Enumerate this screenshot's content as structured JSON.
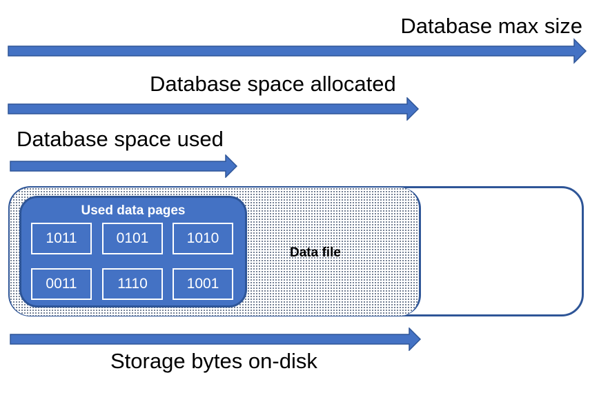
{
  "labels": {
    "max_size": "Database max size",
    "allocated": "Database space allocated",
    "used": "Database space used",
    "storage": "Storage bytes on-disk"
  },
  "data_file": {
    "label": "Data file"
  },
  "used_pages": {
    "title": "Used data pages",
    "pages": [
      "1011",
      "0101",
      "1010",
      "0011",
      "1110",
      "1001"
    ]
  },
  "colors": {
    "arrow_fill": "#4472c4",
    "arrow_stroke": "#2e5597",
    "page_box_fill": "#4472c4",
    "outline": "#2e5597"
  }
}
